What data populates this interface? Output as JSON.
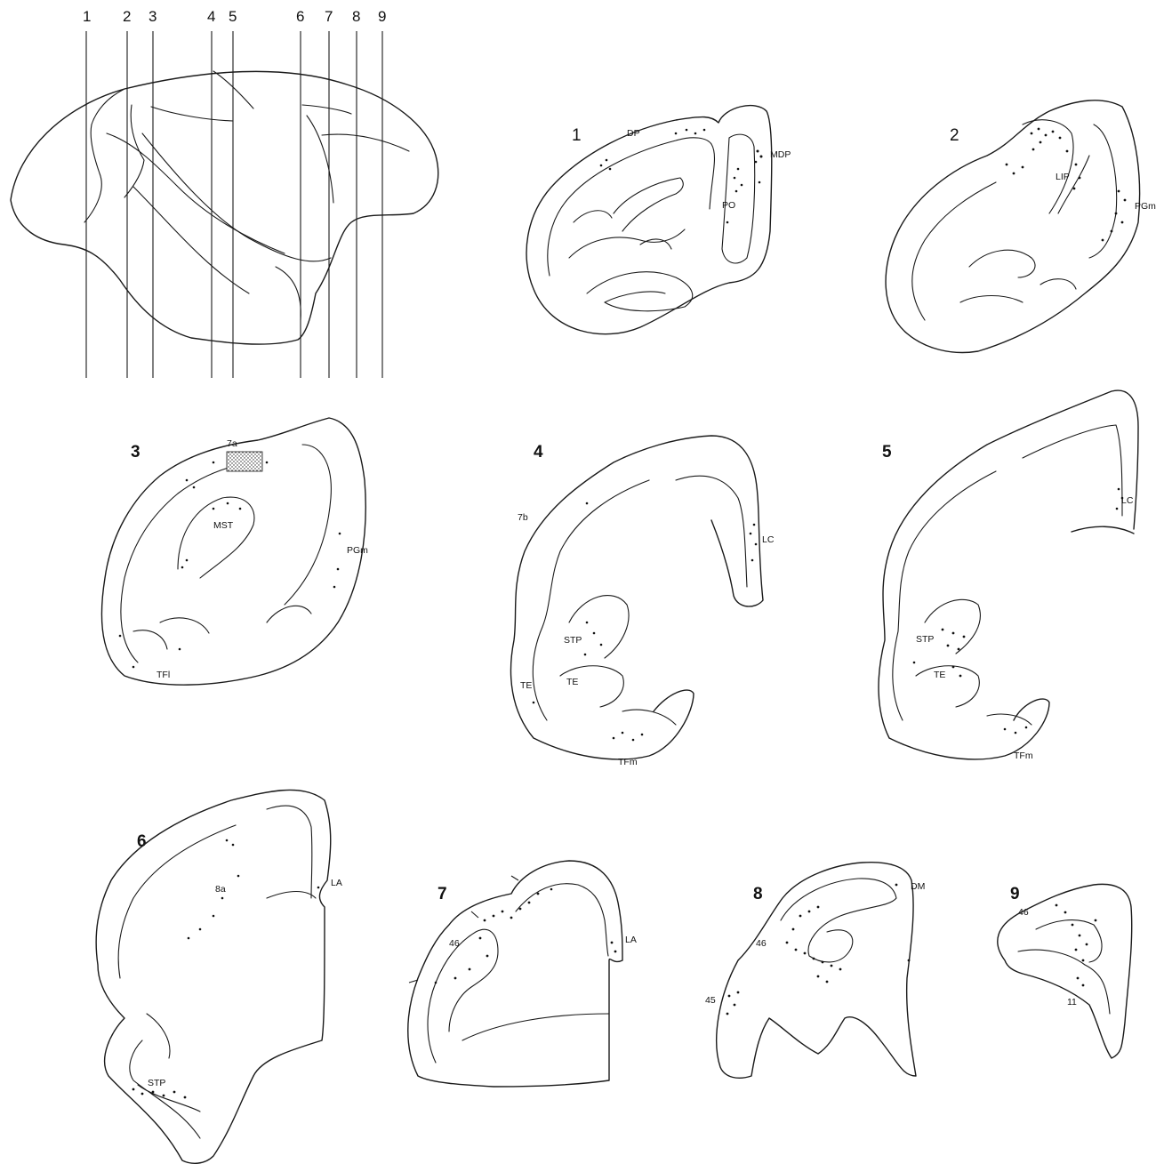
{
  "brain_outline": {
    "cut_labels": [
      "1",
      "2",
      "3",
      "4",
      "5",
      "6",
      "7",
      "8",
      "9"
    ]
  },
  "sections": [
    {
      "number": "1",
      "labels": [
        "DP",
        "MDP",
        "PO"
      ]
    },
    {
      "number": "2",
      "labels": [
        "LIP",
        "PGm"
      ]
    },
    {
      "number": "3",
      "labels": [
        "7a",
        "MST",
        "PGm",
        "TFl"
      ]
    },
    {
      "number": "4",
      "labels": [
        "7b",
        "LC",
        "STP",
        "TE",
        "TE",
        "TFm"
      ]
    },
    {
      "number": "5",
      "labels": [
        "LC",
        "STP",
        "TE",
        "TFm"
      ]
    },
    {
      "number": "6",
      "labels": [
        "8a",
        "LA",
        "STP"
      ]
    },
    {
      "number": "7",
      "labels": [
        "46",
        "LA"
      ]
    },
    {
      "number": "8",
      "labels": [
        "DM",
        "46",
        "45"
      ]
    },
    {
      "number": "9",
      "labels": [
        "46",
        "11"
      ]
    }
  ],
  "colors": {
    "ink": "#1a1a1a",
    "background": "#ffffff"
  }
}
